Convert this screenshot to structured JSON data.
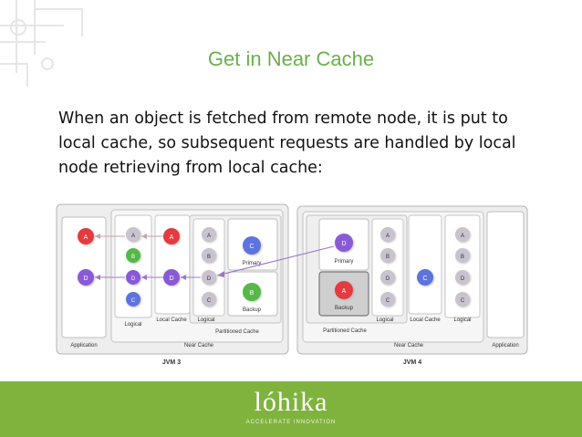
{
  "slide": {
    "title": "Get in Near Cache",
    "body": "When an object is fetched from remote node, it is put to local cache, so subsequent requests are handled by local node retrieving from local cache:"
  },
  "diagram": {
    "jvm_left": "JVM 3",
    "jvm_right": "JVM 4",
    "labels": {
      "application": "Application",
      "near_cache": "Near Cache",
      "partitioned_cache": "Partitioned Cache",
      "logical": "Logical",
      "local_cache": "Local Cache",
      "primary": "Primary",
      "backup": "Backup"
    },
    "nodes": {
      "a": "A",
      "b": "B",
      "c": "C",
      "d": "D"
    }
  },
  "footer": {
    "logo": "lóhika",
    "tagline": "ACCELERATE INNOVATION"
  },
  "colors": {
    "title": "#6ab04c",
    "footer": "#7fb33e",
    "red_node": "#e23b40",
    "purple_node": "#8a5ad6",
    "blue_node": "#5d73de",
    "green_node": "#57b849",
    "grey_node": "#c9c2cf"
  }
}
